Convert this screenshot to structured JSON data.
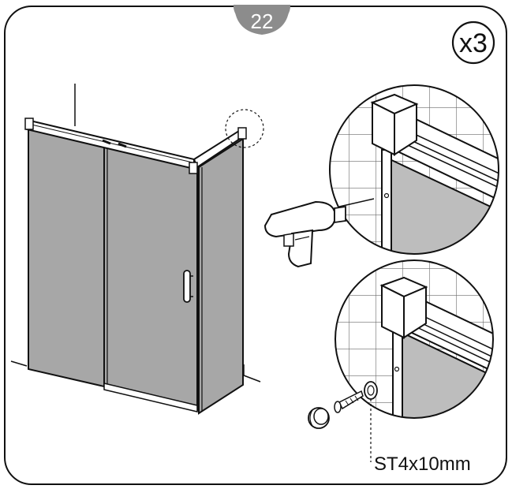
{
  "step": {
    "number": "22"
  },
  "quantity": {
    "label": "x3"
  },
  "part": {
    "label": "ST4x10mm"
  },
  "colors": {
    "frame": "#111111",
    "glass": "#a7a7a7",
    "glass_light": "#bdbdbd",
    "badge": "#8c8c8c",
    "tile_line": "#6a6a6a",
    "white": "#ffffff"
  },
  "icons": [
    "drill-icon",
    "screw-icon",
    "cap-icon"
  ]
}
